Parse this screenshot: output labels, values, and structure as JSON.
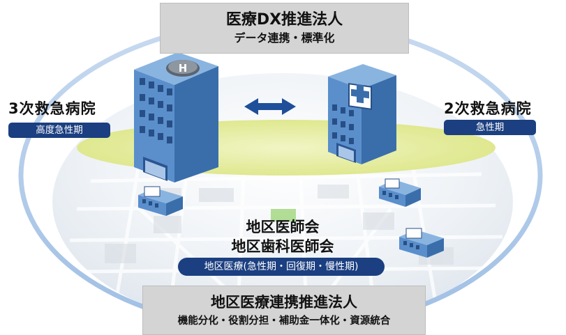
{
  "top_box": {
    "title": "医療DX推進法人",
    "subtitle": "データ連携・標準化"
  },
  "left": {
    "title": "3次救急病院",
    "label": "高度急性期"
  },
  "right": {
    "title": "2次救急病院",
    "label": "急性期"
  },
  "center": {
    "line1": "地区医師会",
    "line2": "地区歯科医師会",
    "label": "地区医療(急性期・回復期・慢性期)"
  },
  "bottom_box": {
    "title": "地区医療連携推進法人",
    "subtitle": "機能分化・役割分担・補助金一体化・資源統合"
  },
  "colors": {
    "ring": "#a9c6e8",
    "ground_green": "#e4ec9a",
    "building_blue": "#5a8fcc",
    "building_dark": "#274f86",
    "pill_navy": "#1b3f80",
    "arrow": "#1f4f99",
    "box_gray": "#d4d4d4"
  },
  "icons": [
    "helipad-icon",
    "hospital-cross-icon",
    "clinic-icon",
    "double-arrow-icon"
  ]
}
